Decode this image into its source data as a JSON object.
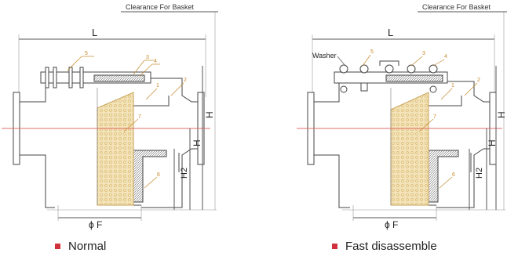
{
  "colors": {
    "line": "#444444",
    "dim": "#555555",
    "centerline": "#e26d6d",
    "mesh_fill": "#f3e3b8",
    "mesh_stroke": "#d8b56a",
    "balloon": "#c58a2a",
    "bullet": "#d0313b"
  },
  "left_diagram": {
    "clearance_label": "Clearance For Basket",
    "length_label": "L",
    "height_label": "H",
    "height_mid_label": "H",
    "h2_label": "H2",
    "diameter_label": "ϕ F",
    "callouts": [
      "5",
      "3",
      "4",
      "1",
      "2",
      "7",
      "6"
    ],
    "caption": "Normal"
  },
  "right_diagram": {
    "clearance_label": "Clearance For Basket",
    "length_label": "L",
    "height_label": "H",
    "height_mid_label": "H",
    "h2_label": "H2",
    "diameter_label": "ϕ F",
    "washer_label": "Washer",
    "callouts": [
      "5",
      "3",
      "4",
      "1",
      "2",
      "7",
      "6"
    ],
    "caption": "Fast disassemble"
  }
}
